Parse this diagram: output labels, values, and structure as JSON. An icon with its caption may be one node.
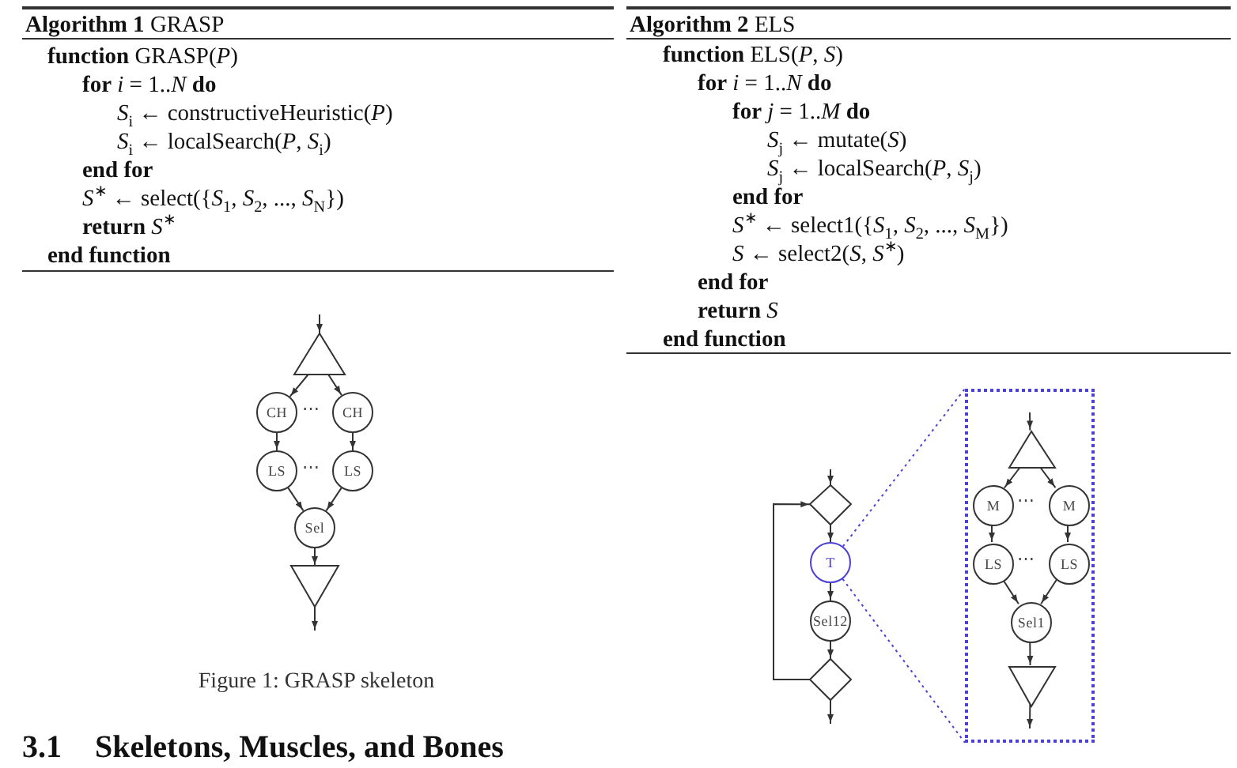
{
  "diagram": {
    "caption": "Figure 1: GRASP skeleton",
    "nodes": [
      {
        "text": [],
        "shape": "triangle"
      },
      {
        "text": [
          "CH"
        ]
      },
      {
        "text": [
          "CH"
        ]
      },
      {
        "text": [
          "LS"
        ]
      },
      {
        "text": [
          "LS"
        ]
      },
      {
        "text": [
          "Sel"
        ]
      },
      {
        "text": [],
        "shape": "triangle"
      },
      {
        "text": [],
        "shape": "diamond"
      },
      {
        "text": [
          "T"
        ]
      },
      {
        "text": [
          "Sel12"
        ]
      },
      {
        "text": [],
        "shape": "diamond"
      },
      {
        "text": [],
        "shape": "box"
      },
      {
        "text": [],
        "shape": "triangle",
        "in": 11
      },
      {
        "text": [
          "M"
        ],
        "in": 11
      },
      {
        "text": [
          "M"
        ],
        "in": 11
      },
      {
        "text": [
          "LS"
        ],
        "in": 11
      },
      {
        "text": [
          "LS"
        ],
        "in": 11
      },
      {
        "text": [
          "Sel1"
        ],
        "in": 11
      },
      {
        "text": [],
        "shape": "triangle",
        "in": 11
      }
    ],
    "edges": [
      {
        "from": null,
        "to": 0,
        "arrow": "to"
      },
      {
        "from": 0,
        "to": 1,
        "arrow": "to"
      },
      {
        "from": 0,
        "to": 2,
        "arrow": "to"
      },
      {
        "from": 1,
        "to": 3,
        "arrow": "to"
      },
      {
        "from": 2,
        "to": 4,
        "arrow": "to"
      },
      {
        "from": 3,
        "to": 5,
        "arrow": "to"
      },
      {
        "from": 4,
        "to": 5,
        "arrow": "to"
      },
      {
        "from": 5,
        "to": 6,
        "arrow": "to"
      },
      {
        "from": 6,
        "to": null,
        "arrow": "to"
      },
      {
        "from": null,
        "to": 7,
        "arrow": "to"
      },
      {
        "from": 7,
        "to": 8,
        "arrow": "to"
      },
      {
        "from": 8,
        "to": 9,
        "arrow": "to"
      },
      {
        "from": 9,
        "to": 10,
        "arrow": "to"
      },
      {
        "from": 10,
        "to": null,
        "arrow": "to"
      },
      {
        "from": 10,
        "to": 7,
        "arrow": "to"
      },
      {
        "from": 8,
        "to": 11,
        "arrow": "none",
        "style": "dashed",
        "color": "#4a3fd6"
      },
      {
        "from": 8,
        "to": 11,
        "arrow": "none",
        "style": "dashed",
        "color": "#4a3fd6"
      },
      {
        "from": null,
        "to": 12,
        "arrow": "to"
      },
      {
        "from": 12,
        "to": 13,
        "arrow": "to"
      },
      {
        "from": 12,
        "to": 14,
        "arrow": "to"
      },
      {
        "from": 13,
        "to": 15,
        "arrow": "to"
      },
      {
        "from": 14,
        "to": 16,
        "arrow": "to"
      },
      {
        "from": 15,
        "to": 17,
        "arrow": "to"
      },
      {
        "from": 16,
        "to": 17,
        "arrow": "to"
      },
      {
        "from": 17,
        "to": 18,
        "arrow": "to"
      },
      {
        "from": 18,
        "to": null,
        "arrow": "to"
      }
    ],
    "labels": [
      "**Algorithm 1** GRASP",
      "**function** GRASP(*P*)",
      "**for** *i* = 1..*N* **do**",
      "*S*$_{i}$ ← constructiveHeuristic(*P*)",
      "*S*$_{i}$ ← localSearch(*P*, *S*$_{i}$)",
      "end for",
      "*S*$^{∗}$ ← select({*S*$_{1}$, *S*$_{2}$, ..., *S*$_{N}$})",
      "**return** *S*$^{∗}$",
      "end function",
      "**Algorithm 2** ELS",
      "**function** ELS(*P*, *S*)",
      "**for** *i* = 1..*N* **do**",
      "**for** *j* = 1..*M* **do**",
      "*S*$_{j}$ ← mutate(*S*)",
      "*S*$_{j}$ ← localSearch(*P*, *S*$_{j}$)",
      "end for",
      "*S*$^{∗}$ ← select1({*S*$_{1}$, *S*$_{2}$, ..., *S*$_{M}$})",
      "*S* ← select2(*S*, *S*$^{∗}$)",
      "end for",
      "**return** *S*",
      "end function",
      "⋯",
      "⋯",
      "⋯",
      "⋯",
      "3.1",
      "Skeletons, Muscles, and Bones"
    ]
  }
}
